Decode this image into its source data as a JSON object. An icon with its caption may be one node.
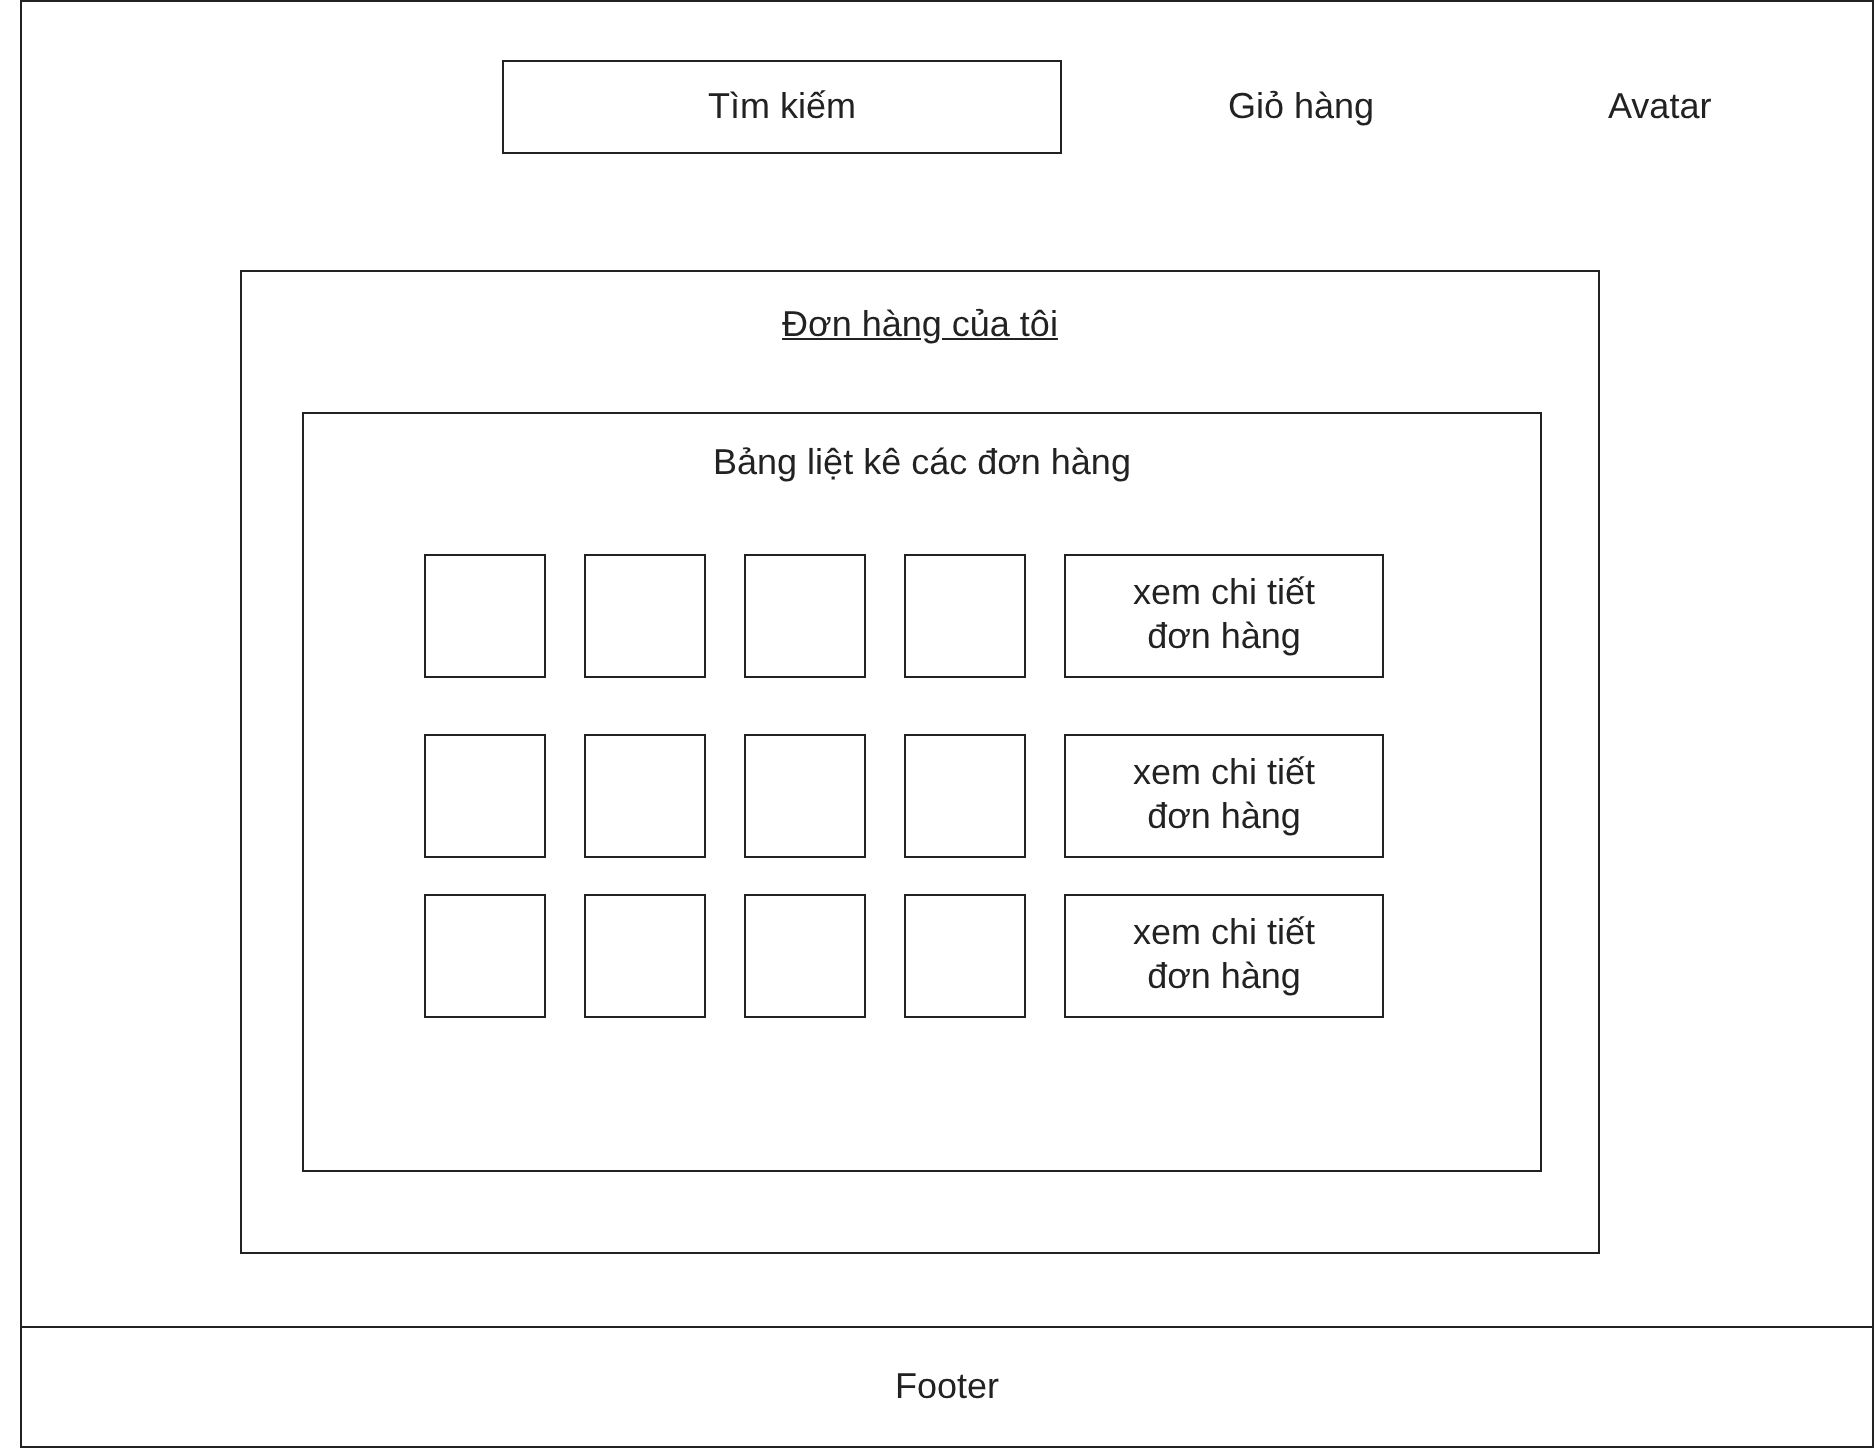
{
  "diagram": {
    "nodes": [
      {
        "text": [
          "Giỏ hàng",
          "Avatar"
        ]
      },
      {
        "text": [
          "Tìm kiếm"
        ],
        "in": 0
      },
      {
        "text": [
          "Đơn hàng của tôi"
        ]
      },
      {
        "text": [
          "Bảng liệt kê các đơn hàng"
        ],
        "in": 2
      },
      {
        "text": [],
        "shape": "box",
        "in": 3
      },
      {
        "text": [],
        "shape": "box",
        "in": 3
      },
      {
        "text": [],
        "shape": "box",
        "in": 3
      },
      {
        "text": [],
        "shape": "box",
        "in": 3
      },
      {
        "text": [
          "xem chi tiết đơn hàng"
        ],
        "in": 3
      },
      {
        "text": [],
        "shape": "box",
        "in": 3
      },
      {
        "text": [],
        "shape": "box",
        "in": 3
      },
      {
        "text": [],
        "shape": "box",
        "in": 3
      },
      {
        "text": [],
        "shape": "box",
        "in": 3
      },
      {
        "text": [
          "xem chi tiết đơn hàng"
        ],
        "in": 3
      },
      {
        "text": [],
        "shape": "box",
        "in": 3
      },
      {
        "text": [],
        "shape": "box",
        "in": 3
      },
      {
        "text": [],
        "shape": "box",
        "in": 3
      },
      {
        "text": [],
        "shape": "box",
        "in": 3
      },
      {
        "text": [
          "xem chi tiết đơn hàng"
        ],
        "in": 3
      },
      {
        "text": [
          "Footer"
        ]
      }
    ]
  }
}
